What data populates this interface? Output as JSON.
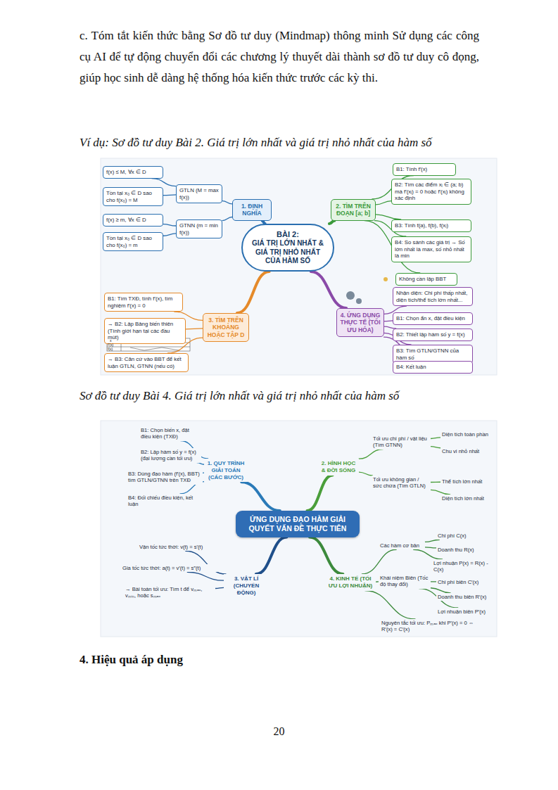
{
  "diagram": {
    "nodes": [
      {
        "text": [
          "BÀI 2:",
          "GIÁ TRỊ LỚN NHẤT & GIÁ TRỊ NHỎ NHẤT CỦA HÀM SỐ"
        ]
      },
      {
        "text": [
          "1. ĐỊNH NGHĨA"
        ]
      },
      {
        "text": [
          "GTLN (M = max f(x))"
        ]
      },
      {
        "text": [
          "f(x) ≤ M, ∀x ∈ D"
        ]
      },
      {
        "text": [
          "Tồn tại x₀ ∈ D sao cho f(x₀) = M"
        ]
      },
      {
        "text": [
          "GTNN (m = min f(x))"
        ]
      },
      {
        "text": [
          "f(x) ≥ m, ∀x ∈ D"
        ]
      },
      {
        "text": [
          "Tồn tại x₀ ∈ D sao cho f(x₀) = m"
        ]
      },
      {
        "text": [
          "2. TÌM TRÊN ĐOẠN [a; b]"
        ]
      },
      {
        "text": [
          "B1: Tính f′(x)"
        ]
      },
      {
        "text": [
          "B2: Tìm các điểm xᵢ ∈ (a; b) mà f′(xᵢ) = 0 hoặc f′(xᵢ) không xác định"
        ]
      },
      {
        "text": [
          "B3: Tính f(a), f(b), f(xᵢ)"
        ]
      },
      {
        "text": [
          "B4: So sánh các giá trị → Số lớn nhất là max, số nhỏ nhất là min"
        ]
      },
      {
        "text": [
          "Không cần lập BBT"
        ]
      },
      {
        "text": [
          "3. TÌM TRÊN KHOẢNG HOẶC TẬP D"
        ]
      },
      {
        "text": [
          "B1: Tìm TXĐ, tính f′(x), tìm nghiệm f′(x) = 0"
        ]
      },
      {
        "text": [
          "→ B2: Lập Bảng biến thiên (Tính giới hạn tại các đầu mút)"
        ]
      },
      {
        "text": [
          "→ B3: Căn cứ vào BBT để kết luận GTLN, GTNN (nếu có)"
        ]
      },
      {
        "text": [
          "4. ỨNG DỤNG THỰC TẾ (TỐI ƯU HÓA)"
        ]
      },
      {
        "text": [
          "Nhận diện: Chi phí thấp nhất, diện tích/thể tích lớn nhất..."
        ]
      },
      {
        "text": [
          "B1: Chọn ẩn x, đặt điều kiện"
        ]
      },
      {
        "text": [
          "B2: Thiết lập hàm số y = f(x)"
        ]
      },
      {
        "text": [
          "B3: Tìm GTLN/GTNN của hàm số"
        ]
      },
      {
        "text": [
          "B4: Kết luận"
        ]
      },
      {
        "text": [
          "ỨNG DỤNG ĐẠO HÀM GIẢI QUYẾT VẤN ĐỀ THỰC TIỄN"
        ]
      },
      {
        "text": [
          "1. QUY TRÌNH GIẢI TOÁN (CÁC BƯỚC)"
        ]
      },
      {
        "text": [
          "B1: Chọn biến x, đặt điều kiện (TXĐ)"
        ]
      },
      {
        "text": [
          "B2: Lập hàm số y = f(x) (đại lượng cần tối ưu)"
        ]
      },
      {
        "text": [
          "B3: Dùng đạo hàm (f′(x), BBT) tìm GTLN/GTNN trên TXĐ"
        ]
      },
      {
        "text": [
          "B4: Đối chiếu điều kiện, kết luận"
        ]
      },
      {
        "text": [
          "2. HÌNH HỌC & ĐỜI SỐNG"
        ]
      },
      {
        "text": [
          "Tối ưu chi phí / vật liệu (Tìm GTNN)"
        ]
      },
      {
        "text": [
          "Tối ưu không gian / sức chứa (Tìm GTLN)"
        ]
      },
      {
        "text": [
          "Diện tích toàn phần"
        ]
      },
      {
        "text": [
          "Chu vi nhỏ nhất"
        ]
      },
      {
        "text": [
          "Thể tích lớn nhất"
        ]
      },
      {
        "text": [
          "Diện tích lớn nhất"
        ]
      },
      {
        "text": [
          "3. VẬT LÍ (CHUYỂN ĐỘNG)"
        ]
      },
      {
        "text": [
          "Vận tốc tức thời: v(t) = s′(t)"
        ]
      },
      {
        "text": [
          "Gia tốc tức thời: a(t) = v′(t) = s″(t)"
        ]
      },
      {
        "text": [
          "→ Bài toán tối ưu: Tìm t để vₘₐₓ, vₘᵢₙ, hoặc sₘₐₓ"
        ]
      },
      {
        "text": [
          "4. KINH TẾ (TỐI ƯU LỢI NHUẬN)"
        ]
      },
      {
        "text": [
          "Các hàm cơ bản"
        ]
      },
      {
        "text": [
          "Khái niệm Biên (Tốc độ thay đổi)"
        ]
      },
      {
        "text": [
          "Nguyên tắc tối ưu: Pₘₐₓ khi P′(x) = 0 ⇔ R′(x) = C′(x)"
        ]
      },
      {
        "text": [
          "Chi phí C(x)"
        ]
      },
      {
        "text": [
          "Doanh thu R(x)"
        ]
      },
      {
        "text": [
          "Lợi nhuận P(x) = R(x) - C(x)"
        ]
      },
      {
        "text": [
          "Chi phí biên C′(x)"
        ]
      },
      {
        "text": [
          "Doanh thu biên R′(x)"
        ]
      },
      {
        "text": [
          "Lợi nhuận biên P′(x)"
        ]
      }
    ],
    "edges": [
      {
        "from": 0,
        "to": 1,
        "arrow": "none"
      },
      {
        "from": 0,
        "to": 8,
        "arrow": "none"
      },
      {
        "from": 0,
        "to": 14,
        "arrow": "none"
      },
      {
        "from": 0,
        "to": 18,
        "arrow": "none"
      },
      {
        "from": 1,
        "to": 2,
        "arrow": "none"
      },
      {
        "from": 1,
        "to": 5,
        "arrow": "none"
      },
      {
        "from": 2,
        "to": 3,
        "arrow": "none"
      },
      {
        "from": 2,
        "to": 4,
        "arrow": "none"
      },
      {
        "from": 5,
        "to": 6,
        "arrow": "none"
      },
      {
        "from": 5,
        "to": 7,
        "arrow": "none"
      },
      {
        "from": 8,
        "to": 9,
        "arrow": "none"
      },
      {
        "from": 8,
        "to": 10,
        "arrow": "none"
      },
      {
        "from": 8,
        "to": 11,
        "arrow": "none"
      },
      {
        "from": 8,
        "to": 12,
        "arrow": "none"
      },
      {
        "from": 8,
        "to": 13,
        "arrow": "none"
      },
      {
        "from": 14,
        "to": 15,
        "arrow": "none"
      },
      {
        "from": 14,
        "to": 16,
        "arrow": "none"
      },
      {
        "from": 14,
        "to": 17,
        "arrow": "none"
      },
      {
        "from": 18,
        "to": 19,
        "arrow": "none"
      },
      {
        "from": 18,
        "to": 20,
        "arrow": "none"
      },
      {
        "from": 18,
        "to": 21,
        "arrow": "none"
      },
      {
        "from": 18,
        "to": 22,
        "arrow": "none"
      },
      {
        "from": 18,
        "to": 23,
        "arrow": "none"
      },
      {
        "from": 24,
        "to": 25,
        "arrow": "none"
      },
      {
        "from": 24,
        "to": 30,
        "arrow": "none"
      },
      {
        "from": 24,
        "to": 37,
        "arrow": "none"
      },
      {
        "from": 24,
        "to": 41,
        "arrow": "none"
      },
      {
        "from": 25,
        "to": 26,
        "arrow": "none"
      },
      {
        "from": 25,
        "to": 27,
        "arrow": "none"
      },
      {
        "from": 25,
        "to": 28,
        "arrow": "none"
      },
      {
        "from": 25,
        "to": 29,
        "arrow": "none"
      },
      {
        "from": 30,
        "to": 31,
        "arrow": "none"
      },
      {
        "from": 30,
        "to": 32,
        "arrow": "none"
      },
      {
        "from": 31,
        "to": 33,
        "arrow": "none"
      },
      {
        "from": 31,
        "to": 34,
        "arrow": "none"
      },
      {
        "from": 32,
        "to": 35,
        "arrow": "none"
      },
      {
        "from": 32,
        "to": 36,
        "arrow": "none"
      },
      {
        "from": 37,
        "to": 38,
        "arrow": "none"
      },
      {
        "from": 37,
        "to": 39,
        "arrow": "none"
      },
      {
        "from": 37,
        "to": 40,
        "arrow": "none"
      },
      {
        "from": 41,
        "to": 42,
        "arrow": "none"
      },
      {
        "from": 41,
        "to": 43,
        "arrow": "none"
      },
      {
        "from": 41,
        "to": 44,
        "arrow": "none"
      },
      {
        "from": 42,
        "to": 45,
        "arrow": "none"
      },
      {
        "from": 42,
        "to": 46,
        "arrow": "none"
      },
      {
        "from": 42,
        "to": 47,
        "arrow": "none"
      },
      {
        "from": 43,
        "to": 48,
        "arrow": "none"
      },
      {
        "from": 43,
        "to": 49,
        "arrow": "none"
      },
      {
        "from": 43,
        "to": 50,
        "arrow": "none"
      }
    ],
    "labels": [
      "c. Tóm tắt kiến thức bằng Sơ đồ tư duy (Mindmap) thông minh Sử dụng các công cụ AI để tự động chuyển đổi các chương lý thuyết dài thành sơ đồ tư duy cô đọng, giúp học sinh dễ dàng hệ thống hóa kiến thức trước các kỳ thi.",
      "Ví dụ: Sơ đồ tư duy Bài 2. Giá trị lớn nhất và giá trị nhỏ nhất của hàm số",
      "Sơ đồ tư duy Bài 4. Giá trị lớn nhất và giá trị nhỏ nhất của hàm số",
      "4. Hiệu quả áp dụng",
      "20",
      "x",
      "f′(x)",
      "f(x)"
    ]
  }
}
